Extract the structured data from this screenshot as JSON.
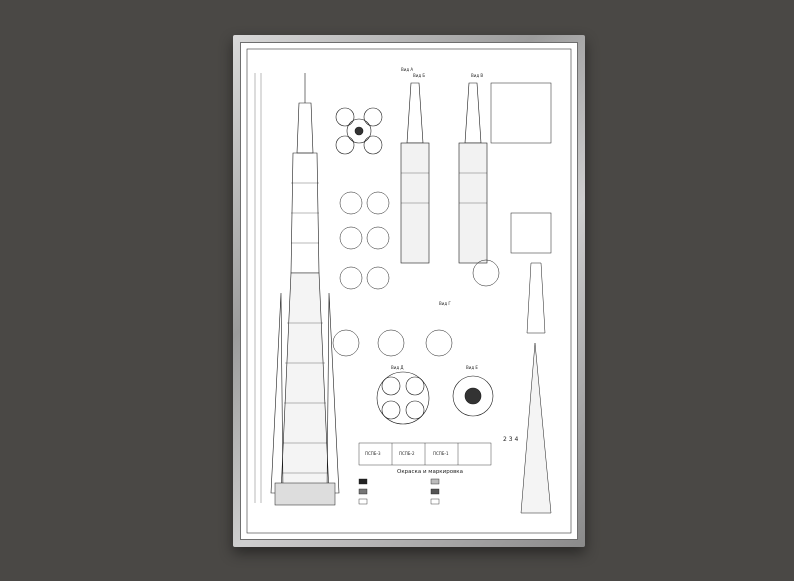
{
  "poster": {
    "view_labels": [
      "Вид А",
      "Вид Б",
      "Вид В",
      "Вид Г",
      "Вид Д",
      "Вид Е"
    ],
    "section_title": "Окраска и маркировка",
    "marking_codes": [
      "ПСПБ-3",
      "ПСПБ-2",
      "ПСПБ-1"
    ],
    "numbers_row": "2 3 4"
  },
  "colors": {
    "wall": "#4a4845",
    "frame": "#a8a8a8",
    "paper": "#ffffff",
    "ink": "#1a1a1a"
  }
}
